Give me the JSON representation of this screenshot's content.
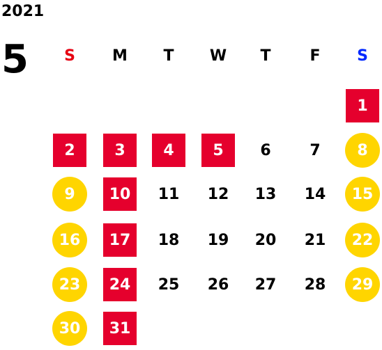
{
  "calendar": {
    "year": "2021",
    "month": "5",
    "weekdays": [
      "S",
      "M",
      "T",
      "W",
      "T",
      "F",
      "S"
    ],
    "weekday_colors": [
      "#e60012",
      "#000000",
      "#000000",
      "#000000",
      "#000000",
      "#000000",
      "#0028ff"
    ],
    "holiday_color": "#e5002d",
    "weekend_color": "#ffd500",
    "days": [
      {
        "label": "1",
        "type": "holiday"
      },
      {
        "label": "2",
        "type": "holiday"
      },
      {
        "label": "3",
        "type": "holiday"
      },
      {
        "label": "4",
        "type": "holiday"
      },
      {
        "label": "5",
        "type": "holiday"
      },
      {
        "label": "6",
        "type": "normal"
      },
      {
        "label": "7",
        "type": "normal"
      },
      {
        "label": "8",
        "type": "weekend"
      },
      {
        "label": "9",
        "type": "weekend"
      },
      {
        "label": "10",
        "type": "holiday"
      },
      {
        "label": "11",
        "type": "normal"
      },
      {
        "label": "12",
        "type": "normal"
      },
      {
        "label": "13",
        "type": "normal"
      },
      {
        "label": "14",
        "type": "normal"
      },
      {
        "label": "15",
        "type": "weekend"
      },
      {
        "label": "16",
        "type": "weekend"
      },
      {
        "label": "17",
        "type": "holiday"
      },
      {
        "label": "18",
        "type": "normal"
      },
      {
        "label": "19",
        "type": "normal"
      },
      {
        "label": "20",
        "type": "normal"
      },
      {
        "label": "21",
        "type": "normal"
      },
      {
        "label": "22",
        "type": "weekend"
      },
      {
        "label": "23",
        "type": "weekend"
      },
      {
        "label": "24",
        "type": "holiday"
      },
      {
        "label": "25",
        "type": "normal"
      },
      {
        "label": "26",
        "type": "normal"
      },
      {
        "label": "27",
        "type": "normal"
      },
      {
        "label": "28",
        "type": "normal"
      },
      {
        "label": "29",
        "type": "weekend"
      },
      {
        "label": "30",
        "type": "weekend"
      },
      {
        "label": "31",
        "type": "holiday"
      }
    ]
  }
}
